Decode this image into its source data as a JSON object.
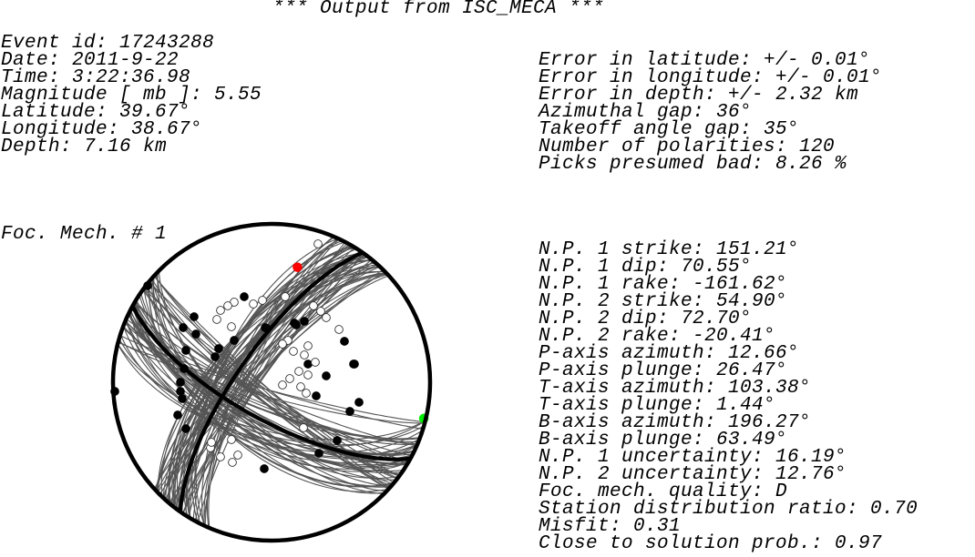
{
  "title": "*** Output from ISC_MECA ***",
  "event": {
    "lines": [
      "Event id: 17243288",
      "Date: 2011-9-22",
      "Time: 3:22:36.98",
      "Magnitude [ mb ]: 5.55",
      "Latitude: 39.67°",
      "Longitude: 38.67°",
      "Depth: 7.16 km"
    ]
  },
  "errors": {
    "lines": [
      "Error in latitude: +/- 0.01°",
      "Error in longitude: +/- 0.01°",
      "Error in depth: +/- 2.32 km",
      "Azimuthal gap: 36°",
      "Takeoff angle gap: 35°",
      "Number of polarities: 120",
      "Picks presumed bad: 8.26 %"
    ]
  },
  "mechanism": {
    "label": "Foc. Mech. # 1",
    "lines": [
      "N.P. 1 strike: 151.21°",
      "N.P. 1 dip: 70.55°",
      "N.P. 1 rake: -161.62°",
      "N.P. 2 strike: 54.90°",
      "N.P. 2 dip: 72.70°",
      "N.P. 2 rake: -20.41°",
      "P-axis azimuth: 12.66°",
      "P-axis plunge: 26.47°",
      "T-axis azimuth: 103.38°",
      "T-axis plunge: 1.44°",
      "B-axis azimuth: 196.27°",
      "B-axis plunge: 63.49°",
      "N.P. 1 uncertainty: 16.19°",
      "N.P. 2 uncertainty: 12.76°",
      "Foc. mech. quality: D",
      "Station distribution ratio: 0.70",
      "Misfit: 0.31",
      "Close to solution prob.: 0.97"
    ],
    "colors": {
      "outline": "#000000",
      "acceptable_planes": "#555555",
      "best_planes": "#000000",
      "compression": "#000000",
      "dilatation": "#ffffff",
      "p_axis": "#ff0000",
      "t_axis": "#00ee00"
    }
  }
}
